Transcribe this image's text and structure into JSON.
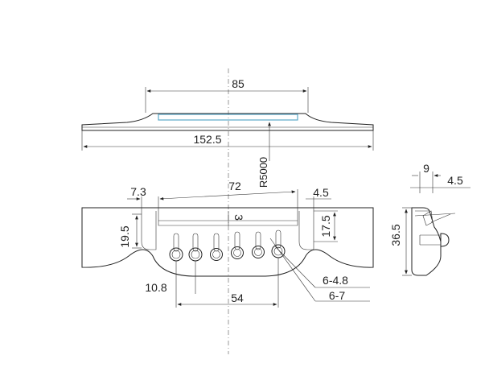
{
  "dimensions": {
    "top_width": "85",
    "total_length": "152.5",
    "radius": "R5000",
    "slot_length": "72",
    "slot_offset_left": "7.3",
    "slot_offset_right": "4.5",
    "slot_width": "3",
    "height_left": "19.5",
    "height_right": "17.5",
    "pin_spacing_first": "10.8",
    "pin_span": "54",
    "hole_large": "6-4.8",
    "hole_small": "6-7",
    "side_width": "9",
    "side_step": "4.5",
    "side_height": "36.5"
  },
  "colors": {
    "line": "#222222",
    "saddle_accent": "#5aa8c8"
  }
}
